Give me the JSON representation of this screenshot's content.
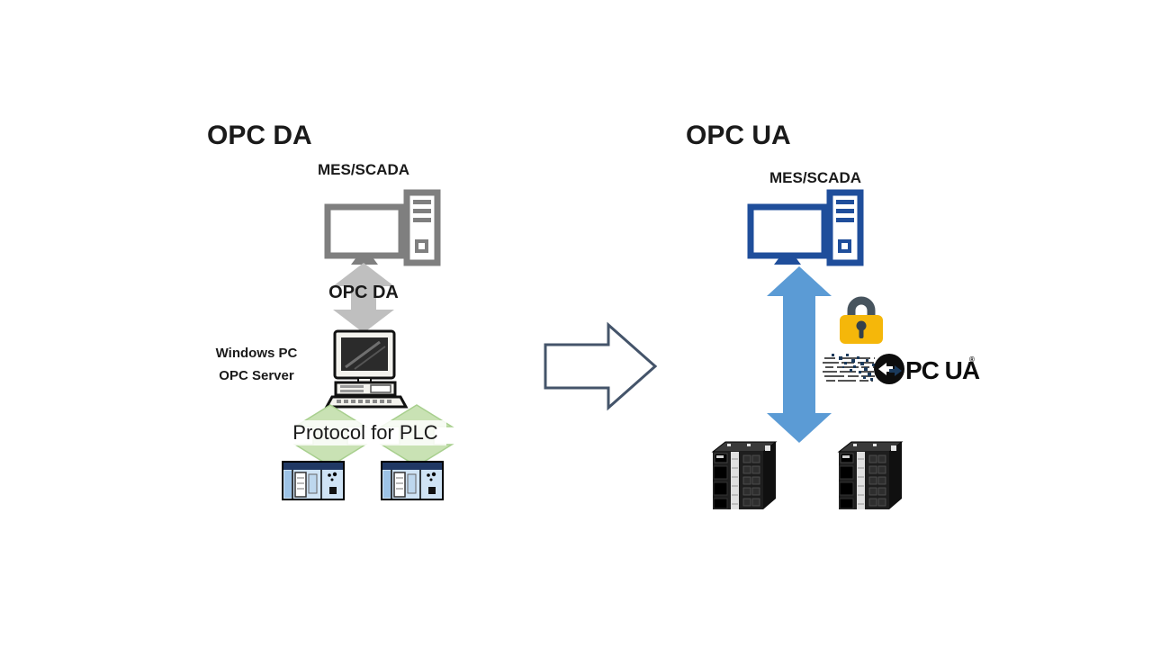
{
  "diagram": {
    "left": {
      "title": "OPC DA",
      "top_label": "MES/SCADA",
      "arrow_label": "OPC DA",
      "server_label_line1": "Windows PC",
      "server_label_line2": "OPC Server",
      "bottom_arrow_label": "Protocol for PLC"
    },
    "right": {
      "title": "OPC UA",
      "top_label": "MES/SCADA",
      "logo_text": "PC UA",
      "logo_mark": "®"
    },
    "icons": {
      "left_device": "desktop-computer-icon",
      "left_server": "legacy-pc-icon",
      "left_plc": "plc-icon",
      "middle": "transition-arrow-icon",
      "right_device": "desktop-computer-icon",
      "right_security": "padlock-icon",
      "right_logo": "opc-ua-logo",
      "right_plc": "machine-controller-icon"
    },
    "colors": {
      "gray_icon": "#7f7f7f",
      "gray_arrow": "#bfbfbf",
      "green_arrow": "#c9e2b4",
      "green_arrow_edge": "#a8cf8e",
      "blue_arrow": "#5b9bd5",
      "blue_icon": "#1f4e9b",
      "middle_arrow_outline": "#44546a",
      "lock_body": "#f5b70a",
      "lock_shackle": "#47545e",
      "plc_band": "#203864",
      "plc_body": "#cfe3f5",
      "text": "#1a1a1a"
    }
  }
}
